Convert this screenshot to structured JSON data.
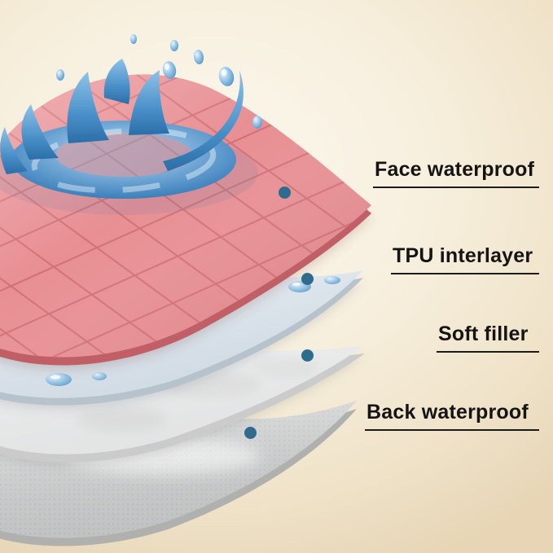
{
  "diagram": {
    "type": "layered-product-diagram",
    "subject": "waterproof pad layer structure",
    "background_colors": {
      "center": "#fcf8ef",
      "edge": "#e7d5b6"
    },
    "callout": {
      "dot_color": "#2e6b8c",
      "line_color": "#1b1b1b",
      "text_color": "#141414"
    },
    "splash_color": "#3a85c2",
    "layers": [
      {
        "id": "face-waterproof",
        "label": "Face waterproof",
        "color": "#e88f93"
      },
      {
        "id": "tpu-interlayer",
        "label": "TPU interlayer",
        "color": "#e9eff4"
      },
      {
        "id": "soft-filler",
        "label": "Soft filler",
        "color": "#f5f6f7"
      },
      {
        "id": "back-waterproof",
        "label": "Back waterproof",
        "color": "#d9dadb"
      }
    ]
  }
}
